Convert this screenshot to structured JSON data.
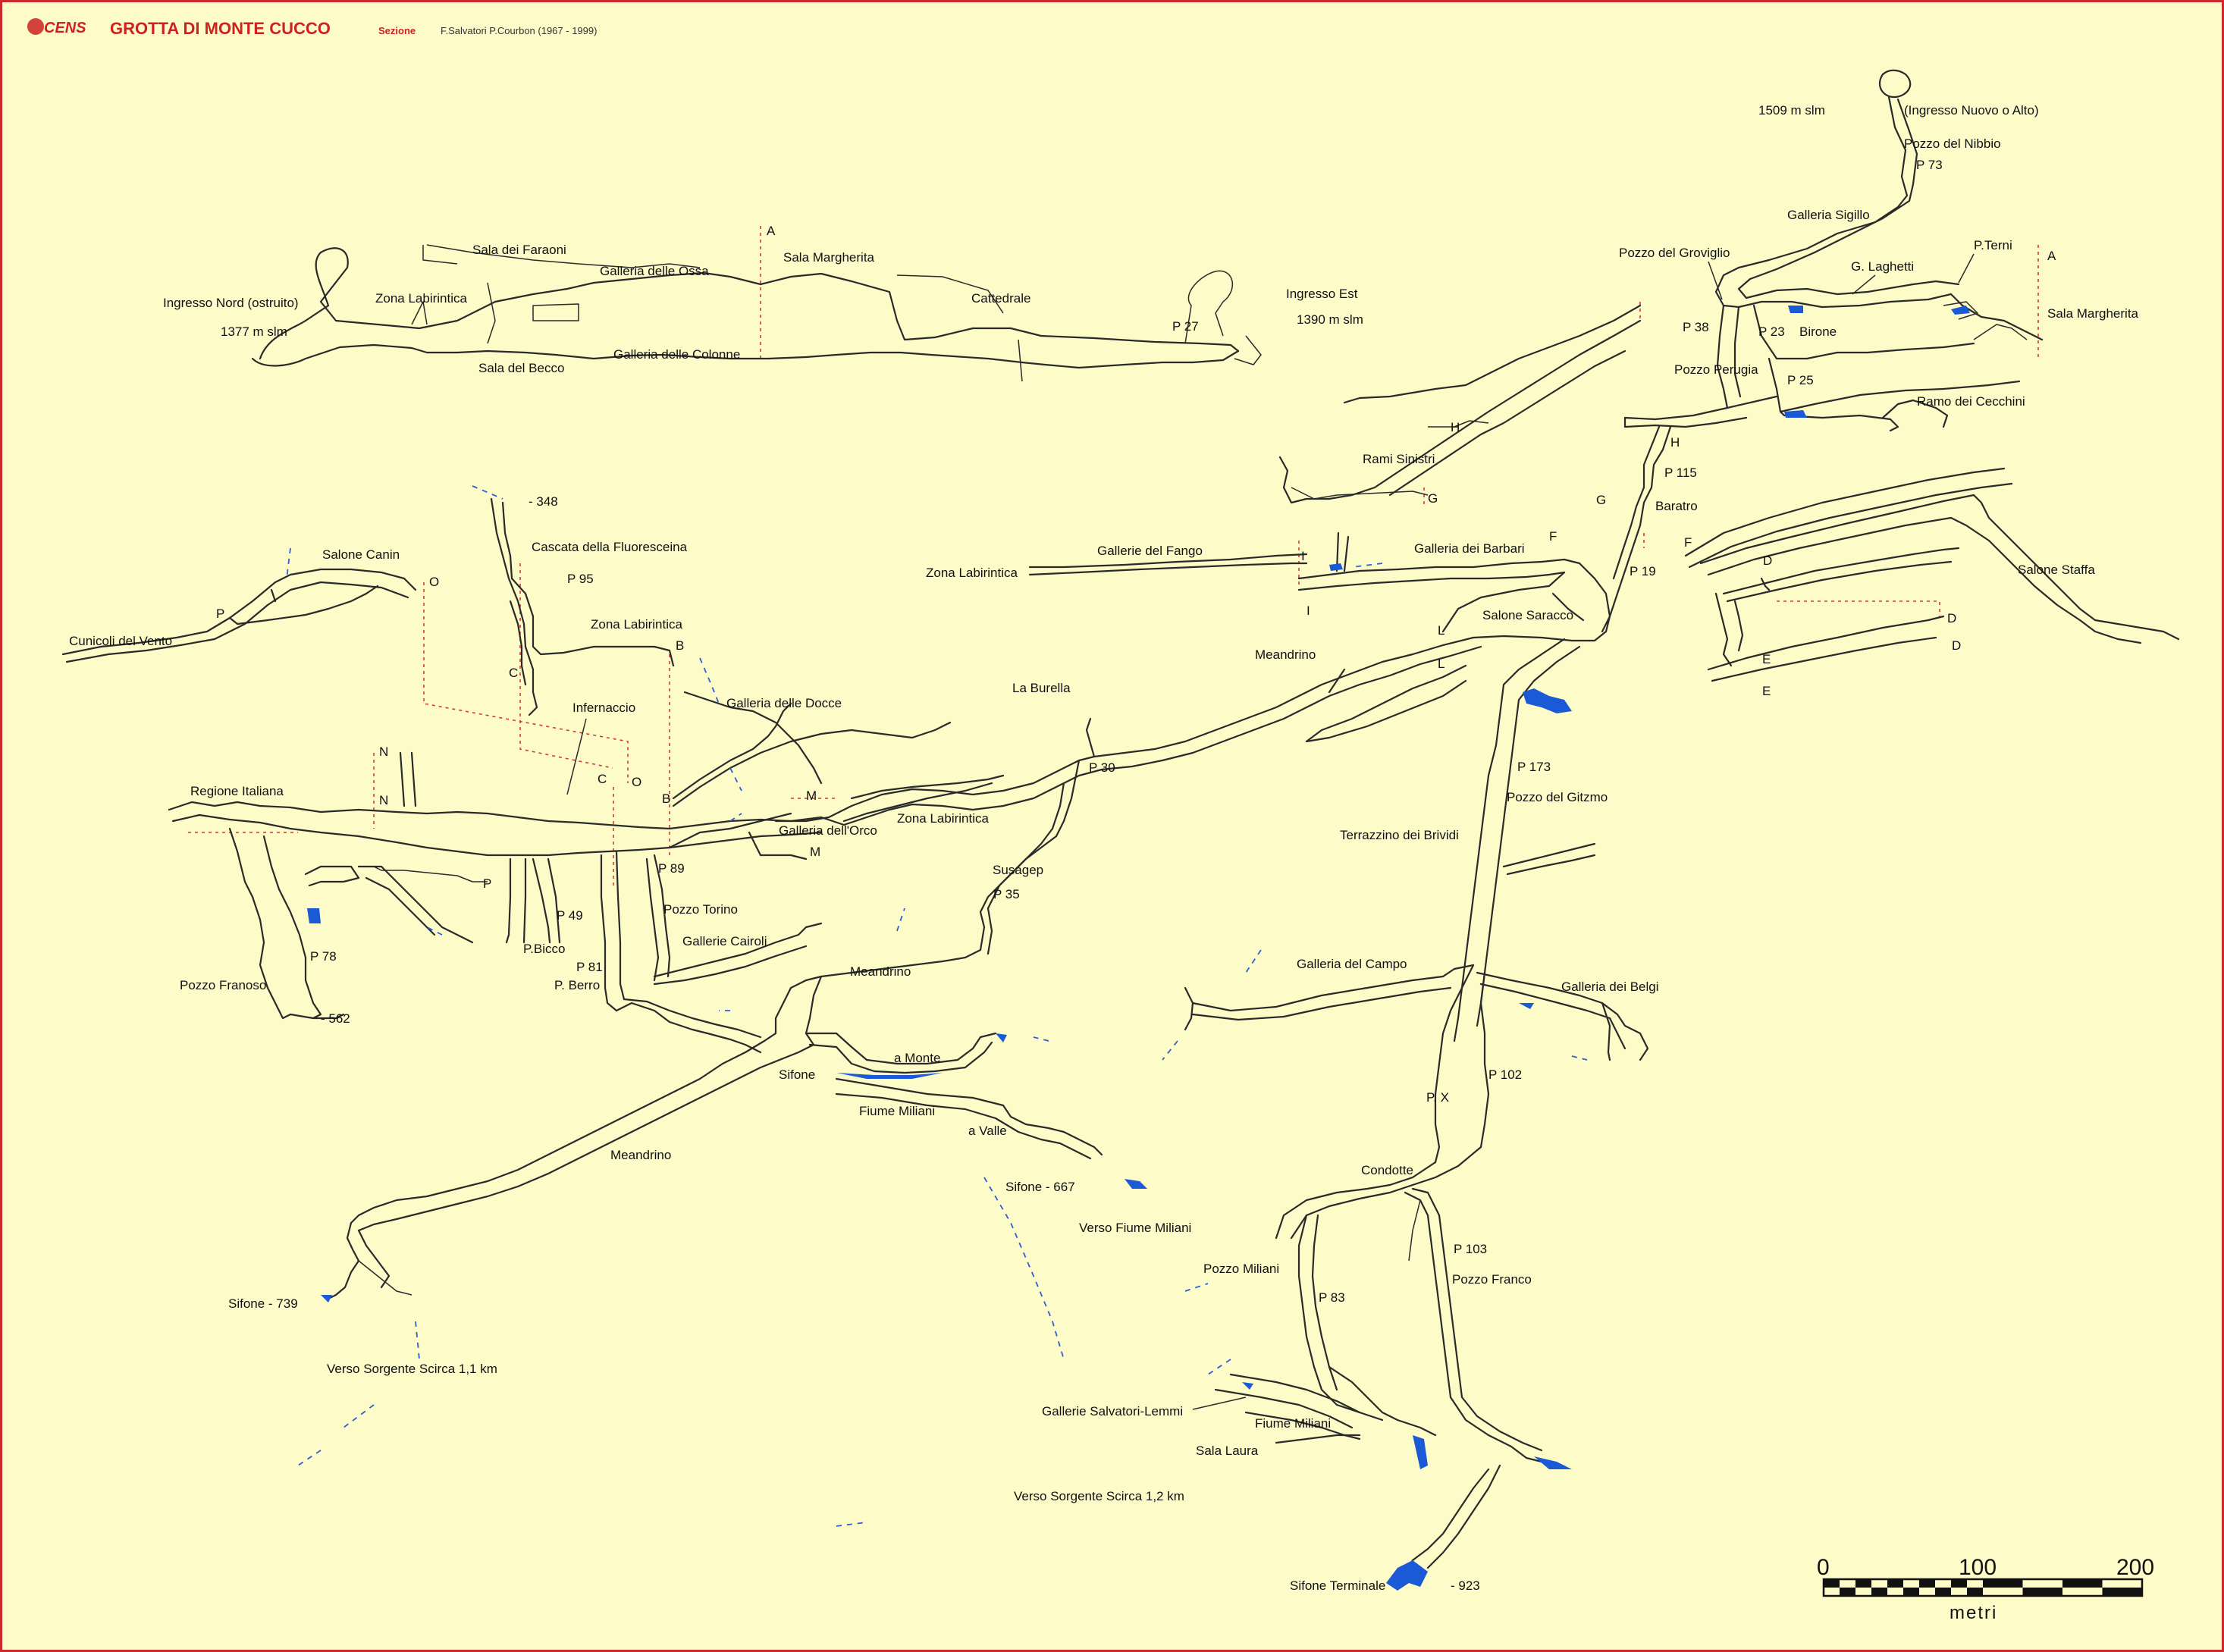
{
  "header": {
    "logo": "CENS",
    "title": "GROTTA DI MONTE CUCCO",
    "section_label": "Sezione",
    "authors": "F.Salvatori  P.Courbon (1967 - 1999)"
  },
  "colors": {
    "background": "#fdfbc8",
    "frame": "#cc2a2a",
    "cave_outline": "#2a2a2a",
    "water": "#1a5ad6",
    "section_lines": "#d43a3a"
  },
  "labels": {
    "sala_faraoni": "Sala dei Faraoni",
    "galleria_ossa": "Galleria delle Ossa",
    "a_top": "A",
    "sala_margherita_top": "Sala Margherita",
    "zona_labirintica_top": "Zona Labirintica",
    "ingresso_nord": "Ingresso Nord (ostruito)",
    "quota_1377": "1377 m slm",
    "sala_becco": "Sala del Becco",
    "galleria_colonne": "Galleria delle Colonne",
    "cattedrale": "Cattedrale",
    "ingresso_est": "Ingresso Est",
    "quota_1390": "1390 m slm",
    "p27": "P 27",
    "quota_1509": "1509 m slm",
    "ingresso_nuovo": "(Ingresso Nuovo o Alto)",
    "pozzo_nibbio": "Pozzo del Nibbio",
    "p73": "P 73",
    "galleria_sigillo": "Galleria Sigillo",
    "pozzo_groviglio": "Pozzo del Groviglio",
    "g_laghetti": "G. Laghetti",
    "p_terni": "P.Terni",
    "a_right": "A",
    "sala_margherita_right": "Sala Margherita",
    "p38": "P 38",
    "p23": "P 23",
    "birone": "Birone",
    "pozzo_perugia": "Pozzo Perugia",
    "p25": "P 25",
    "ramo_cecchini": "Ramo dei Cecchini",
    "h_upper": "H",
    "h_right": "H",
    "rami_sinistri": "Rami Sinistri",
    "g_left": "G",
    "g_right": "G",
    "p115": "P 115",
    "baratro": "Baratro",
    "galleria_barbari": "Galleria dei Barbari",
    "f_left": "F",
    "f_right": "F",
    "p19": "P 19",
    "gallerie_fango": "Gallerie del Fango",
    "zona_labirintica_mid": "Zona Labirintica",
    "i_upper": "I",
    "i_lower": "I",
    "salone_saracco": "Salone Saracco",
    "l_upper": "L",
    "l_lower": "L",
    "meandrino_upper": "Meandrino",
    "salone_staffa": "Salone Staffa",
    "d_1": "D",
    "d_2": "D",
    "d_3": "D",
    "e_1": "E",
    "e_2": "E",
    "la_burella": "La Burella",
    "minus_348": "- 348",
    "cascata_fluoresceina": "Cascata della Fluoresceina",
    "salone_canin": "Salone Canin",
    "o_upper": "O",
    "p_upper": "P",
    "p95": "P 95",
    "zona_labirintica_left": "Zona Labirintica",
    "b_upper": "B",
    "cunicoli_vento": "Cunicoli del Vento",
    "c_upper": "C",
    "infernaccio": "Infernaccio",
    "galleria_docce": "Galleria delle Docce",
    "p30": "P 30",
    "n_upper": "N",
    "n_lower": "N",
    "regione_italiana": "Regione Italiana",
    "c_lower": "C",
    "o_lower": "O",
    "b_lower": "B",
    "m_upper": "M",
    "galleria_orco": "Galleria dell'Orco",
    "zona_labirintica_lower": "Zona Labirintica",
    "m_lower": "M",
    "p_lower": "P",
    "p89": "P 89",
    "susagep": "Susagep",
    "p35": "P 35",
    "p49": "P 49",
    "pozzo_torino": "Pozzo Torino",
    "p173": "P 173",
    "pozzo_gitzmo": "Pozzo del Gitzmo",
    "terrazzino_brividi": "Terrazzino dei Brividi",
    "p78": "P 78",
    "p_bicco": "P.Bicco",
    "gallerie_cairoli": "Gallerie Cairoli",
    "p81": "P 81",
    "pozzo_franoso": "Pozzo Franoso",
    "p_berro": "P. Berro",
    "meandrino_mid": "Meandrino",
    "minus_562": "- 562",
    "galleria_campo": "Galleria del Campo",
    "galleria_belgi": "Galleria dei Belgi",
    "a_monte": "a Monte",
    "sifone": "Sifone",
    "p102": "P 102",
    "px": "P.  X",
    "fiume_miliani_upper": "Fiume Miliani",
    "a_valle": "a Valle",
    "meandrino_lower": "Meandrino",
    "sifone_667": "Sifone - 667",
    "condotte": "Condotte",
    "verso_fiume_miliani": "Verso Fiume Miliani",
    "p103": "P 103",
    "pozzo_miliani": "Pozzo Miliani",
    "pozzo_franco": "Pozzo Franco",
    "p83": "P 83",
    "sifone_739": "Sifone - 739",
    "verso_sorgente_11": "Verso Sorgente Scirca 1,1 km",
    "gallerie_salvatori": "Gallerie Salvatori-Lemmi",
    "fiume_miliani_lower": "Fiume Miliani",
    "sala_laura": "Sala Laura",
    "verso_sorgente_12": "Verso Sorgente Scirca 1,2 km",
    "sifone_terminale": "Sifone Terminale",
    "minus_923": "- 923"
  },
  "scale": {
    "ticks": [
      "0",
      "100",
      "200"
    ],
    "unit": "metri"
  }
}
